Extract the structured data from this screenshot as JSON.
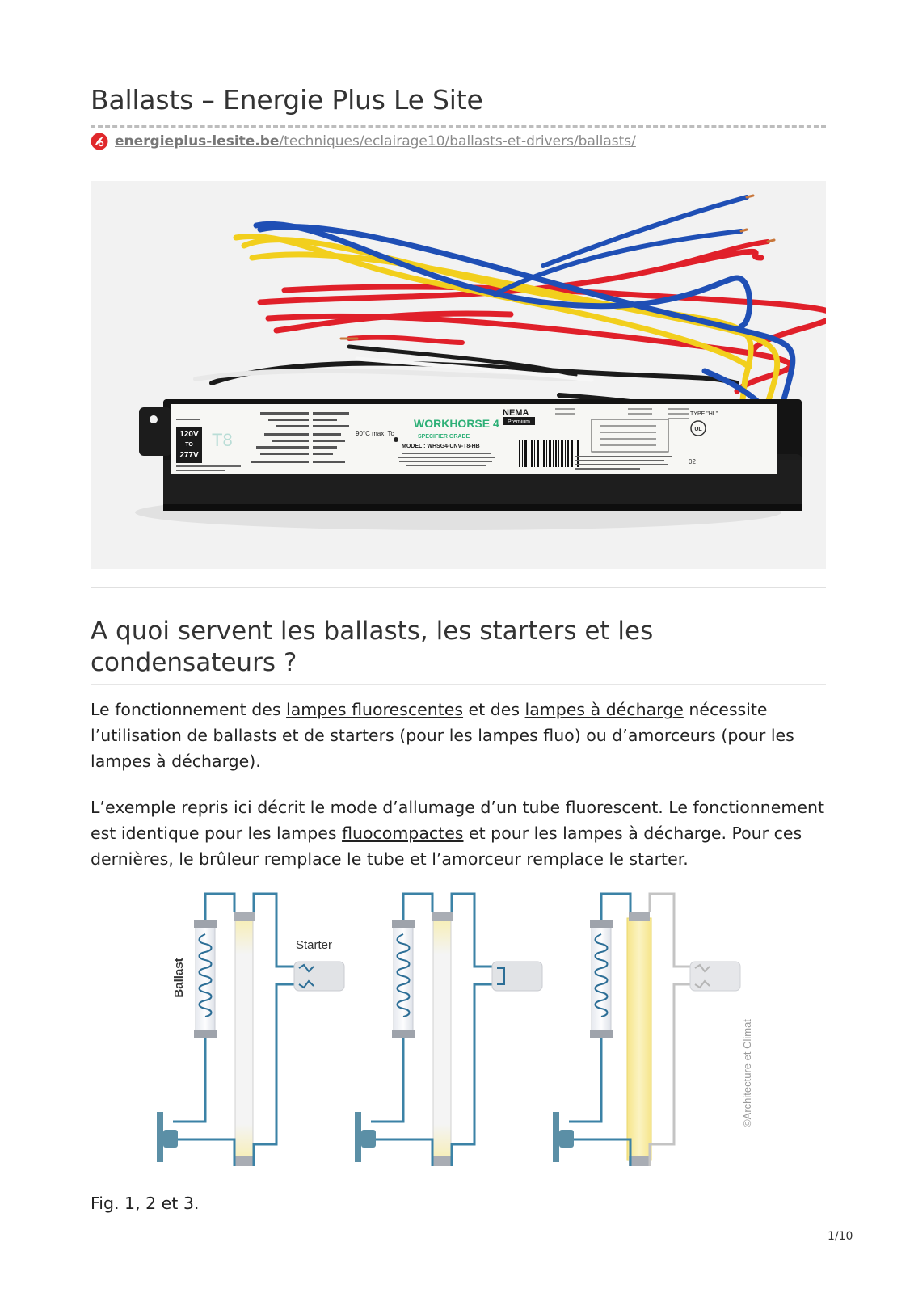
{
  "header": {
    "title": "Ballasts – Energie Plus Le Site",
    "source_domain": "energieplus-lesite.be",
    "source_path": "/techniques/eclairage10/ballasts-et-drivers/ballasts/"
  },
  "photo": {
    "label_text": {
      "voltage_top": "120V",
      "voltage_mid": "TO",
      "voltage_bottom": "277V",
      "lamp_type": "T8",
      "brand": "WORKHORSE 4",
      "grade": "SPECIFIER GRADE",
      "model": "MODEL : WHSG4-UNV-T8-HB",
      "temp": "90°C max. Tc",
      "nema": "NEMA",
      "nema_sub": "Premium",
      "type_hl": "TYPE \"HL\"",
      "code": "02"
    },
    "colors": {
      "blue": "#1f4fb5",
      "red": "#e0202a",
      "yellow": "#f2cf1d",
      "black": "#1b1b1b"
    }
  },
  "section": {
    "heading": "A quoi servent les ballasts, les starters et les condensateurs ?",
    "p1_before": "Le fonctionnement des ",
    "p1_link1": "lampes fluorescentes",
    "p1_mid": " et des ",
    "p1_link2": "lampes à décharge",
    "p1_after": " nécessite l’utilisation de ballasts et de starters (pour les lampes fluo) ou d’amorceurs (pour les lampes à décharge).",
    "p2_before": "L’exemple repris ici décrit le mode d’allumage d’un tube fluorescent. Le fonctionnement est identique pour les lampes ",
    "p2_link": "fluocompactes",
    "p2_after": " et pour les lampes à décharge. Pour ces dernières, le brûleur remplace le tube et l’amorceur remplace le starter."
  },
  "diagram": {
    "ballast_label": "Ballast",
    "starter_label": "Starter",
    "copyright": "©Architecture et Climat"
  },
  "caption": "Fig. 1, 2 et 3.",
  "page_number": "1/10"
}
